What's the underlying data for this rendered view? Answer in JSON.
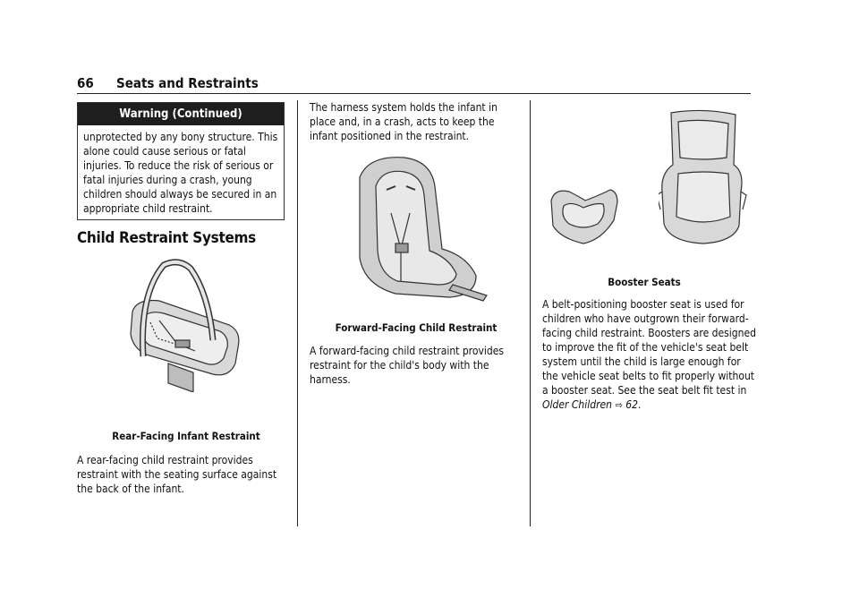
{
  "header": {
    "page_number": "66",
    "section_title": "Seats and Restraints"
  },
  "warning": {
    "title": "Warning  (Continued)",
    "text": "unprotected by any bony structure. This alone could cause serious or fatal injuries. To reduce the risk of serious or fatal injuries during a crash, young children should always be secured in an appropriate child restraint."
  },
  "left_column": {
    "heading": "Child Restraint Systems",
    "figure_caption": "Rear-Facing Infant Restraint",
    "paragraph": "A rear-facing child restraint provides restraint with the seating surface against the back of the infant."
  },
  "middle_column": {
    "intro": "The harness system holds the infant in place and, in a crash, acts to keep the infant positioned in the restraint.",
    "figure_caption": "Forward-Facing Child Restraint",
    "paragraph": "A forward-facing child restraint provides restraint for the child's body with the harness."
  },
  "right_column": {
    "figure_caption": "Booster Seats",
    "paragraph_before": "A belt-positioning booster seat is used for children who have outgrown their forward-facing child restraint. Boosters are designed to improve the fit of the vehicle's seat belt system until the child is large enough for the vehicle seat belts to fit properly without a booster seat. See the seat belt fit test in",
    "xref_title": "Older Children",
    "xref_arrow": "⇨",
    "xref_page": "62",
    "paragraph_end": "."
  }
}
